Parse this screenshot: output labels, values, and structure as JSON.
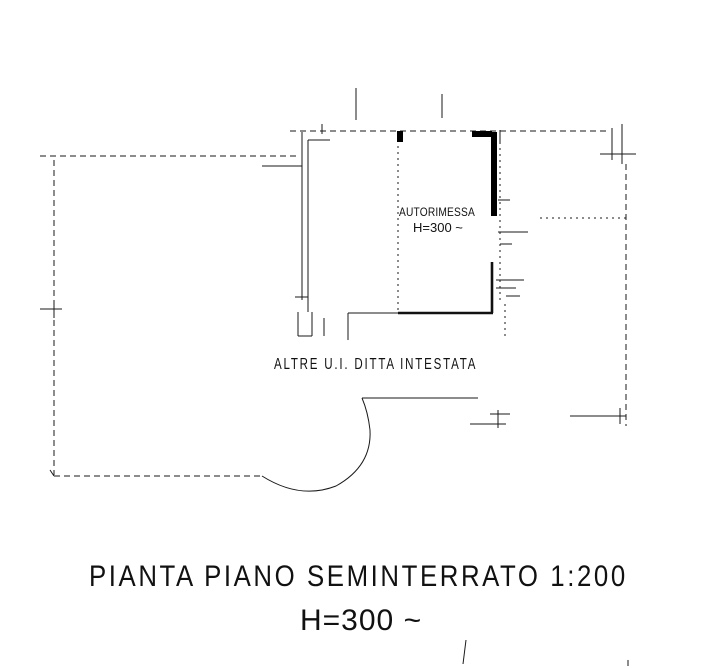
{
  "room": {
    "name": "AUTORIMESSA",
    "height": "H=300 ~"
  },
  "others_label": "ALTRE U.I. DITTA INTESTATA",
  "title": "PIANTA PIANO SEMINTERRATO 1:200",
  "subtitle_height": "H=300 ~"
}
